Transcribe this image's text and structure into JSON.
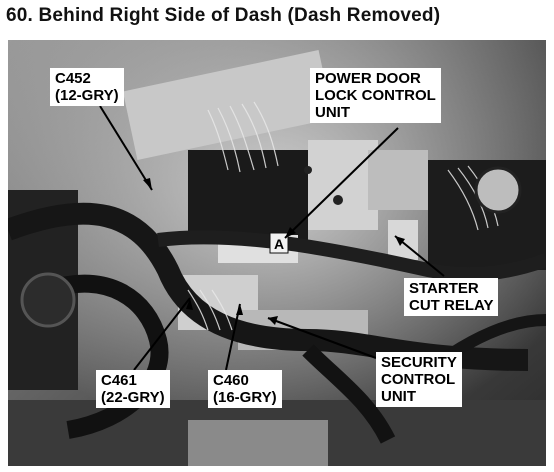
{
  "title": "60. Behind Right Side of Dash (Dash Removed)",
  "photo_inset_label": "A",
  "callouts": {
    "c452": {
      "line1": "C452",
      "line2": "(12-GRY)"
    },
    "pdlcu": {
      "line1": "POWER DOOR",
      "line2": "LOCK CONTROL",
      "line3": "UNIT"
    },
    "starter": {
      "line1": "STARTER",
      "line2": "CUT RELAY"
    },
    "security": {
      "line1": "SECURITY",
      "line2": "CONTROL",
      "line3": "UNIT"
    },
    "c461": {
      "line1": "C461",
      "line2": "(22-GRY)"
    },
    "c460": {
      "line1": "C460",
      "line2": "(16-GRY)"
    }
  }
}
